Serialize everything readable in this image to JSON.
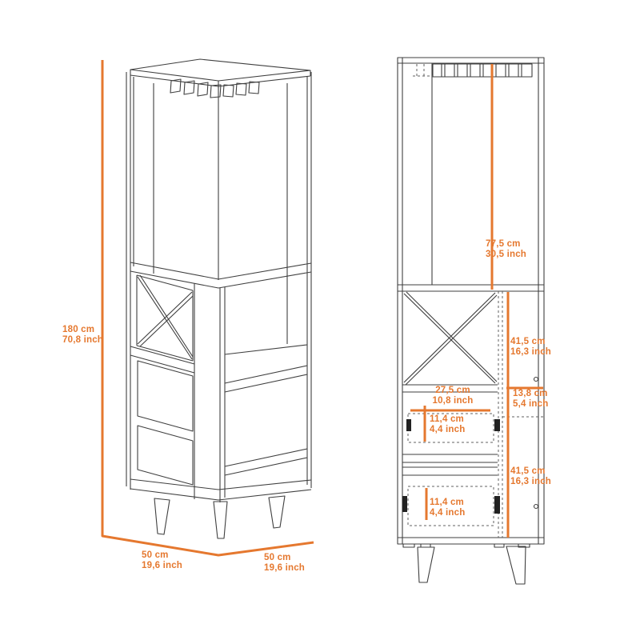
{
  "title": "Corner bar cabinet dimension drawing",
  "accent_color": "#E5782F",
  "line_color": "#3F3F3F",
  "labels": {
    "height": {
      "cm": "180 cm",
      "inch": "70,8 inch"
    },
    "depth_left": {
      "cm": "50 cm",
      "inch": "19,6 inch"
    },
    "depth_right": {
      "cm": "50 cm",
      "inch": "19,6 inch"
    },
    "hutch_height": {
      "cm": "77,5 cm",
      "inch": "30,5 inch"
    },
    "wine_rack_height": {
      "cm": "41,5 cm",
      "inch": "16,3 inch"
    },
    "drawer_width": {
      "cm": "27,5 cm",
      "inch": "10,8 inch"
    },
    "side_door_width": {
      "cm": "13,8 cm",
      "inch": "5,4 inch"
    },
    "upper_drawer_height": {
      "cm": "11,4 cm",
      "inch": "4,4 inch"
    },
    "lower_section_height": {
      "cm": "41,5 cm",
      "inch": "16,3 inch"
    },
    "lower_drawer_height": {
      "cm": "11,4 cm",
      "inch": "4,4 inch"
    }
  }
}
